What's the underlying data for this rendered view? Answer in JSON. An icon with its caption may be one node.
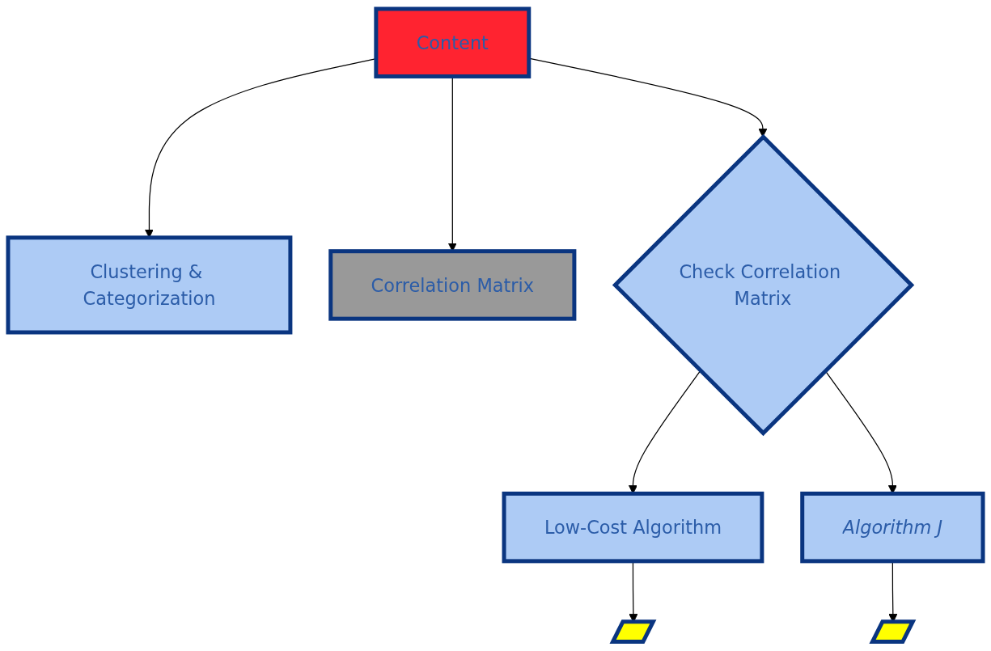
{
  "diagram": {
    "nodes": [
      {
        "text": [
          "Clustering & Categorization"
        ]
      },
      {
        "text": [
          "Content"
        ]
      },
      {
        "text": [
          "Correlation Matrix"
        ]
      },
      {
        "text": [
          "Check Correlation Matrix"
        ]
      },
      {
        "text": [
          "Low-Cost Algorithm"
        ]
      },
      {
        "text": [
          "Algorithm J"
        ]
      },
      {
        "text": [],
        "shape": "parallelogram"
      },
      {
        "text": [],
        "shape": "parallelogram"
      }
    ],
    "edges": [
      {
        "from": 1,
        "to": 0,
        "arrow": "to"
      },
      {
        "from": 1,
        "to": 2,
        "arrow": "to"
      },
      {
        "from": 1,
        "to": 3,
        "arrow": "to"
      },
      {
        "from": 3,
        "to": 4,
        "arrow": "to"
      },
      {
        "from": 3,
        "to": 5,
        "arrow": "to"
      },
      {
        "from": 4,
        "to": 6,
        "arrow": "to"
      },
      {
        "from": 5,
        "to": 7,
        "arrow": "to"
      }
    ]
  }
}
